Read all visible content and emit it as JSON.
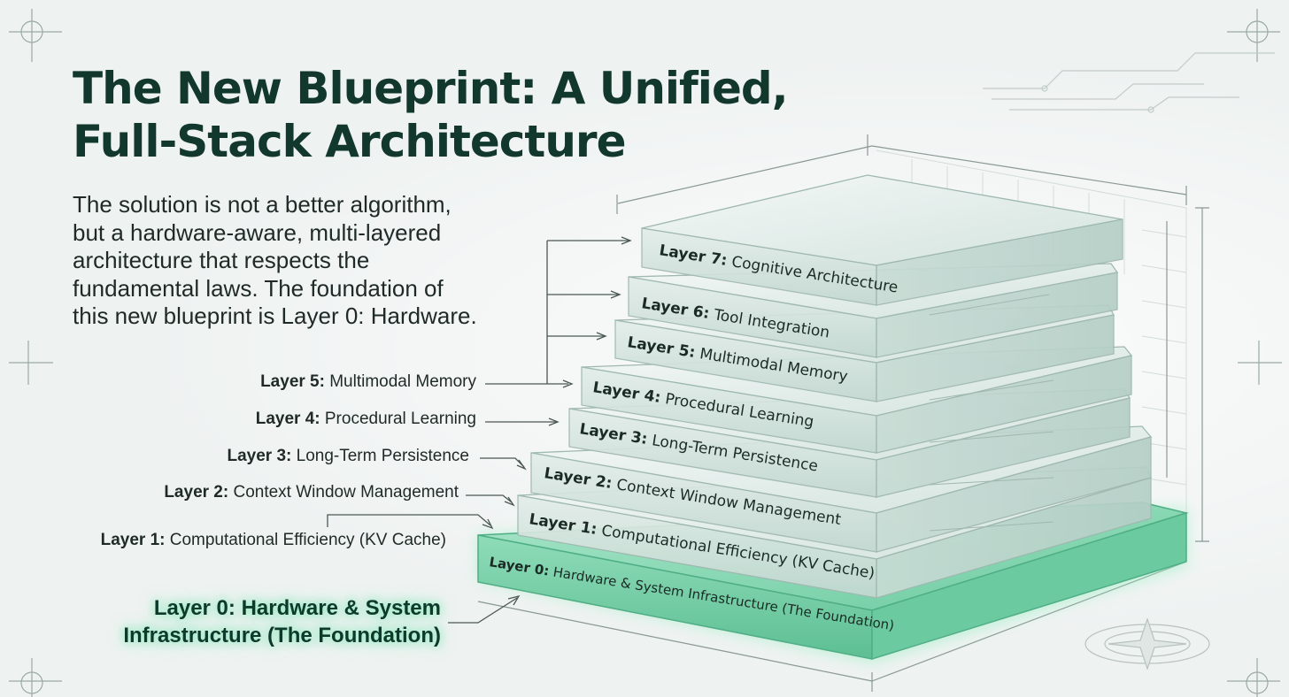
{
  "title": {
    "line1": "The New Blueprint: A Unified,",
    "line2": "Full-Stack Architecture"
  },
  "lead": {
    "line1": "The solution is not a better algorithm,",
    "line2": "but a hardware-aware, multi-layered",
    "line3": "architecture that respects the",
    "line4": "fundamental laws. The foundation of",
    "line5": "this new blueprint is Layer 0: Hardware."
  },
  "callouts": [
    {
      "layer": "Layer 5:",
      "name": "Multimodal Memory"
    },
    {
      "layer": "Layer 4:",
      "name": "Procedural Learning"
    },
    {
      "layer": "Layer 3:",
      "name": "Long-Term Persistence"
    },
    {
      "layer": "Layer 2:",
      "name": "Context Window Management"
    },
    {
      "layer": "Layer 1:",
      "name": "Computational Efficiency (KV Cache)"
    }
  ],
  "foundation_callout": {
    "line1": "Layer 0: Hardware & System",
    "line2": "Infrastructure (The Foundation)"
  },
  "stack": [
    {
      "layer": "Layer 7:",
      "name": "Cognitive Architecture"
    },
    {
      "layer": "Layer 6:",
      "name": "Tool Integration"
    },
    {
      "layer": "Layer 5:",
      "name": "Multimodal Memory"
    },
    {
      "layer": "Layer 4:",
      "name": "Procedural Learning"
    },
    {
      "layer": "Layer 3:",
      "name": "Long-Term Persistence"
    },
    {
      "layer": "Layer 2:",
      "name": "Context Window Management"
    },
    {
      "layer": "Layer 1:",
      "name": "Computational Efficiency (KV Cache)"
    },
    {
      "layer": "Layer 0:",
      "name": "Hardware & System Infrastructure (The Foundation)"
    }
  ],
  "colors": {
    "title": "#12372c",
    "foundation_glow": "#7de8b4",
    "foundation_slab": "#7fd3ae",
    "glass_slab": "#dfe9e6"
  }
}
